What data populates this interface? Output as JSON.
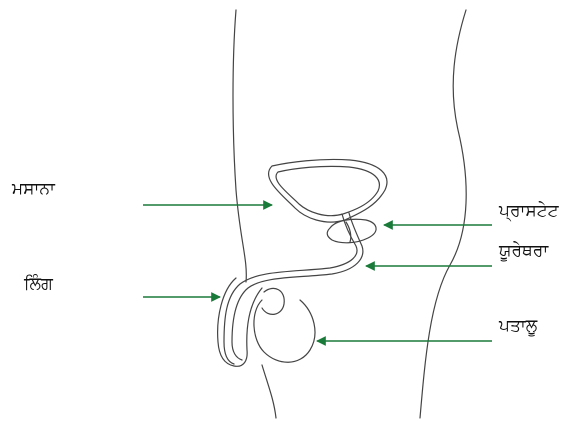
{
  "diagram": {
    "labels": {
      "bladder": "ਮਸਾਨਾ",
      "penis": "ਲਿੰਗ",
      "prostate": "ਪ੍ਰਾਸਟੇਟ",
      "urethra": "ਯੂਰੇਥਰਾ",
      "testis": "ਪਤਾਲੂ"
    },
    "colors": {
      "arrow": "#1a7a3a",
      "outline": "#444444",
      "label": "#111111"
    }
  }
}
